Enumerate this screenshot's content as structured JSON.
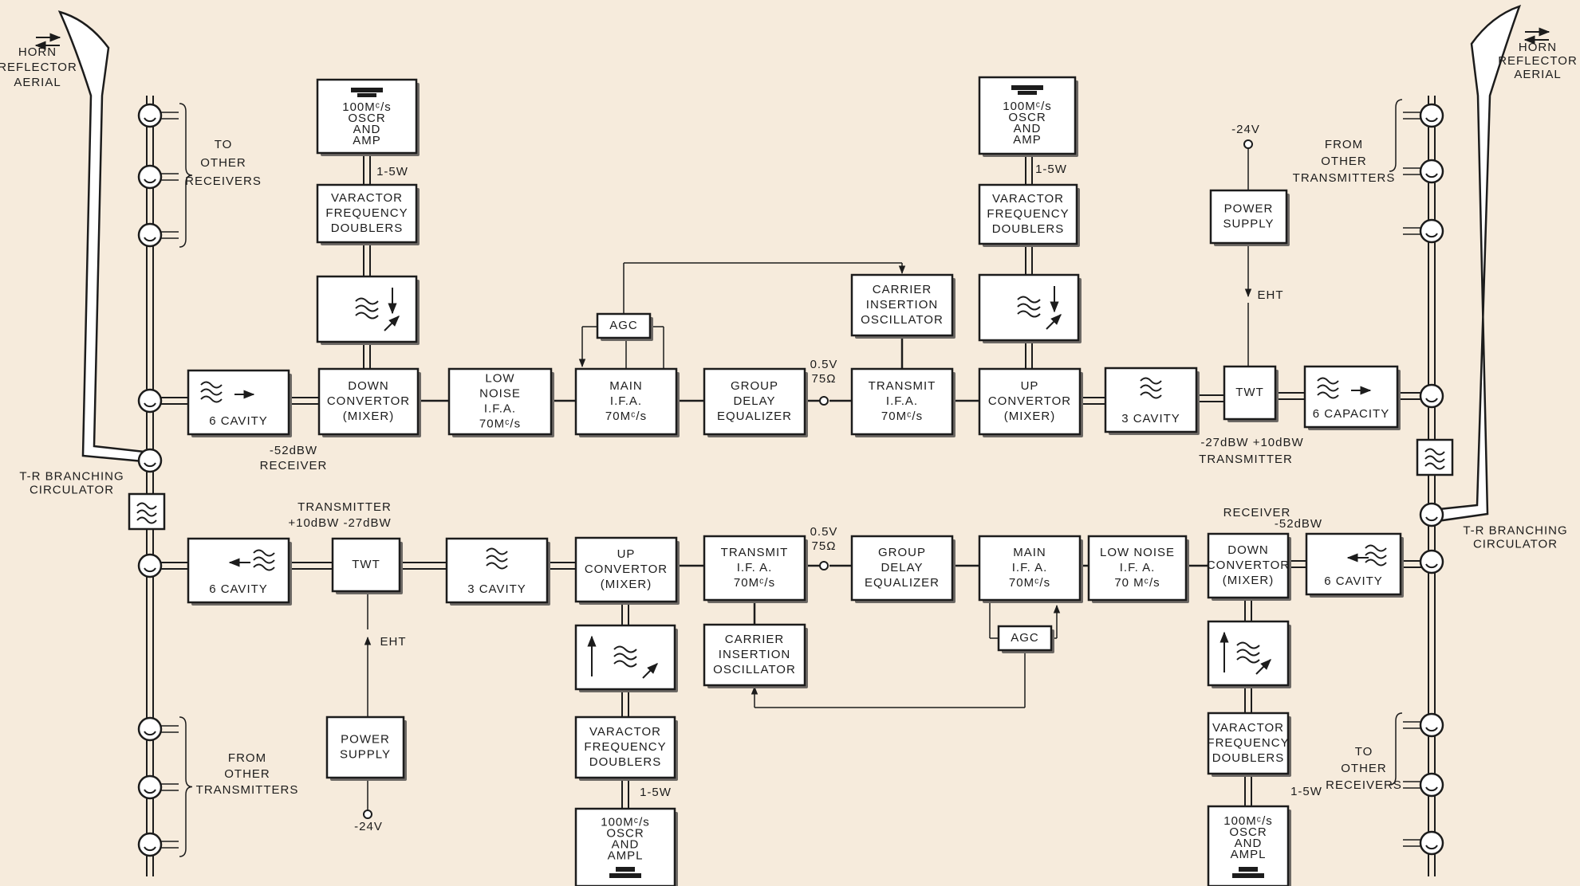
{
  "blocks": {
    "r_osc": [
      "100Mᶜ/s",
      "OSCR",
      "AND",
      "AMP"
    ],
    "r_vfd": [
      "VARACTOR",
      "FREQUENCY",
      "DOUBLERS"
    ],
    "r_cav": [
      "6 CAVITY"
    ],
    "r_down": [
      "DOWN",
      "CONVERTOR",
      "(MIXER)"
    ],
    "r_lnif": [
      "LOW",
      "NOISE",
      "I.F.A.",
      "70Mᶜ/s"
    ],
    "r_main": [
      "MAIN",
      "I.F.A.",
      "70Mᶜ/s"
    ],
    "r_agc": [
      "AGC"
    ],
    "r_gde": [
      "GROUP",
      "DELAY",
      "EQUALIZER"
    ],
    "r_cio": [
      "CARRIER",
      "INSERTION",
      "OSCILLATOR"
    ],
    "r_tx": [
      "TRANSMIT",
      "I.F.A.",
      "70Mᶜ/s"
    ],
    "r_osc2": [
      "100Mᶜ/s",
      "OSCR",
      "AND",
      "AMP"
    ],
    "r_vfd2": [
      "VARACTOR",
      "FREQUENCY",
      "DOUBLERS"
    ],
    "r_up": [
      "UP",
      "CONVERTOR",
      "(MIXER)"
    ],
    "r_3cav": [
      "3 CAVITY"
    ],
    "r_ps": [
      "POWER",
      "SUPPLY"
    ],
    "r_twt": [
      "TWT"
    ],
    "r_6cap": [
      "6 CAPACITY"
    ],
    "l_6cav": [
      "6 CAVITY"
    ],
    "l_twt": [
      "TWT"
    ],
    "l_3cav": [
      "3 CAVITY"
    ],
    "l_up": [
      "UP",
      "CONVERTOR",
      "(MIXER)"
    ],
    "l_tx": [
      "TRANSMIT",
      "I.F. A.",
      "70Mᶜ/s"
    ],
    "l_cio": [
      "CARRIER",
      "INSERTION",
      "OSCILLATOR"
    ],
    "l_gde": [
      "GROUP",
      "DELAY",
      "EQUALIZER"
    ],
    "l_main": [
      "MAIN",
      "I.F. A.",
      "70Mᶜ/s"
    ],
    "l_agc": [
      "AGC"
    ],
    "l_lnif": [
      "LOW  NOISE",
      "I.F. A.",
      "70 Mᶜ/s"
    ],
    "l_down": [
      "DOWN",
      "CONVERTOR",
      "(MIXER)"
    ],
    "l_cav": [
      "6 CAVITY"
    ],
    "l_vfd": [
      "VARACTOR",
      "FREQUENCY",
      "DOUBLERS"
    ],
    "l_osc": [
      "100Mᶜ/s",
      "OSCR",
      "AND",
      "AMPL"
    ],
    "l_vfd2": [
      "VARACTOR",
      "FREQUENCY",
      "DOUBLERS"
    ],
    "l_osc2": [
      "100Mᶜ/s",
      "OSCR",
      "AND",
      "AMPL"
    ],
    "l_ps": [
      "POWER",
      "SUPPLY"
    ]
  },
  "labels": {
    "horn_left": [
      "HORN",
      "REFLECTOR",
      "AERIAL"
    ],
    "horn_right": [
      "HORN",
      "REFLECTOR",
      "AERIAL"
    ],
    "to_other_receivers_top": [
      "TO",
      "OTHER",
      "RECEIVERS"
    ],
    "from_other_transmitters_top": [
      "FROM",
      "OTHER",
      "TRANSMITTERS"
    ],
    "from_other_transmitters_bottom": [
      "FROM",
      "OTHER",
      "TRANSMITTERS"
    ],
    "to_other_receivers_bottom": [
      "TO",
      "OTHER",
      "RECEIVERS"
    ],
    "tr_left": [
      "T-R BRANCHING",
      "CIRCULATOR"
    ],
    "tr_right": [
      "T-R BRANCHING",
      "CIRCULATOR"
    ],
    "rx_top_level": "-52dBW",
    "rx_top_word": "RECEIVER",
    "tx_top_levels": "-27dBW        +10dBW",
    "tx_top_word": "TRANSMITTER",
    "tx_bot_word": "TRANSMITTER",
    "tx_bot_levels": "+10dBW  -27dBW",
    "rx_bot_word": "RECEIVER",
    "rx_bot_level": "-52dBW",
    "power_top": "1-5W",
    "power_top2": "1-5W",
    "power_bot": "1-5W",
    "power_bot2": "1-5W",
    "v24_top": "-24V",
    "v24_bot": "-24V",
    "eht_top": "EHT",
    "eht_bot": "EHT",
    "sig_top": [
      "0.5V",
      "75Ω"
    ],
    "sig_bot": [
      "0.5V",
      "75Ω"
    ]
  }
}
